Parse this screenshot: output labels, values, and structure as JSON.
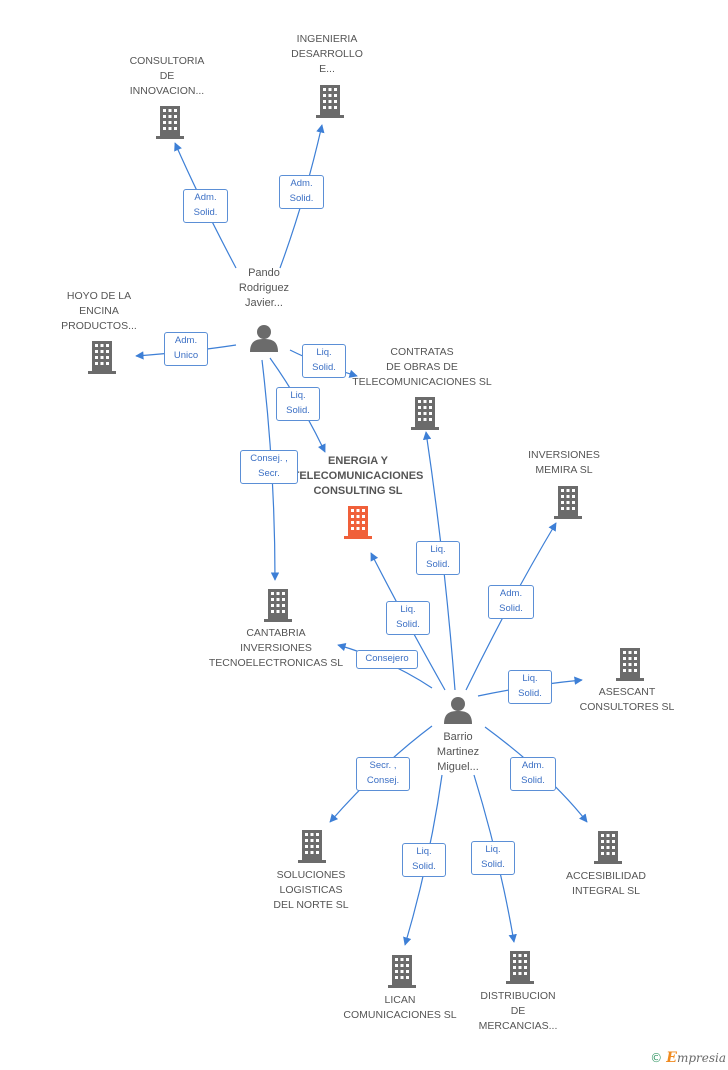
{
  "colors": {
    "edge": "#3d7fd6",
    "building": "#6b6b6b",
    "focus_building": "#f0603a",
    "person": "#6b6b6b",
    "edge_label_border": "#5b8fd6",
    "edge_label_text": "#3b6fc4"
  },
  "companies": {
    "consultoria": {
      "label": "CONSULTORIA\nDE\nINNOVACION...",
      "icon": "building-icon"
    },
    "ingenieria": {
      "label": "INGENIERIA\nDESARROLLO\nE...",
      "icon": "building-icon"
    },
    "hoyo": {
      "label": "HOYO DE LA\nENCINA\nPRODUCTOS...",
      "icon": "building-icon"
    },
    "contratas": {
      "label": "CONTRATAS\nDE OBRAS DE\nTELECOMUNICACIONES SL",
      "icon": "building-icon"
    },
    "energia": {
      "label": "ENERGIA Y\nTELECOMUNICACIONES\nCONSULTING SL",
      "icon": "building-icon"
    },
    "memira": {
      "label": "INVERSIONES\nMEMIRA SL",
      "icon": "building-icon"
    },
    "cantabria": {
      "label": "CANTABRIA\nINVERSIONES\nTECNOELECTRONICAS SL",
      "icon": "building-icon"
    },
    "asescant": {
      "label": "ASESCANT\nCONSULTORES SL",
      "icon": "building-icon"
    },
    "soluciones": {
      "label": "SOLUCIONES\nLOGISTICAS\nDEL NORTE SL",
      "icon": "building-icon"
    },
    "accesibilidad": {
      "label": "ACCESIBILIDAD\nINTEGRAL SL",
      "icon": "building-icon"
    },
    "lican": {
      "label": "LICAN\nCOMUNICACIONES SL",
      "icon": "building-icon"
    },
    "distribucion": {
      "label": "DISTRIBUCION\nDE\nMERCANCIAS...",
      "icon": "building-icon"
    }
  },
  "persons": {
    "pando": {
      "label": "Pando\nRodriguez\nJavier...",
      "icon": "person-icon"
    },
    "barrio": {
      "label": "Barrio\nMartinez\nMiguel...",
      "icon": "person-icon"
    }
  },
  "edges": {
    "e1": "Adm.\nSolid.",
    "e2": "Adm.\nSolid.",
    "e3": "Adm.\nUnico",
    "e4": "Liq.\nSolid.",
    "e5": "Liq.\nSolid.",
    "e6": "Consej. ,\nSecr.",
    "e7": "Liq.\nSolid.",
    "e8": "Adm.\nSolid.",
    "e9": "Liq.\nSolid.",
    "e10": "Consejero",
    "e11": "Liq.\nSolid.",
    "e12": "Secr. ,\nConsej.",
    "e13": "Adm.\nSolid.",
    "e14": "Liq.\nSolid.",
    "e15": "Liq.\nSolid."
  },
  "brand": {
    "copyright": "©",
    "name": "mpresia",
    "initial": "E"
  }
}
